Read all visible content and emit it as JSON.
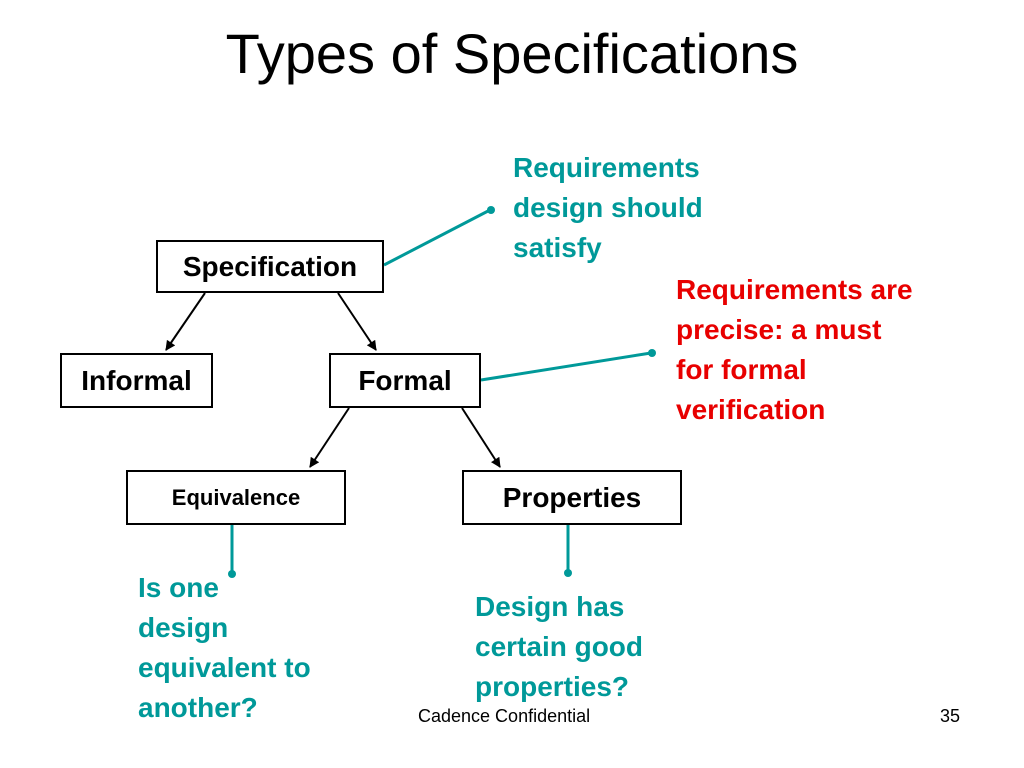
{
  "title": "Types of Specifications",
  "diagram": {
    "nodes": {
      "specification": "Specification",
      "informal": "Informal",
      "formal": "Formal",
      "equivalence": "Equivalence",
      "properties": "Properties"
    },
    "annotations": {
      "requirements": [
        "Requirements",
        "design should",
        "satisfy"
      ],
      "precise": [
        "Requirements are",
        "precise: a must",
        "for formal",
        "verification"
      ],
      "equivalence_question": [
        "Is one",
        "design",
        "equivalent to",
        "another?"
      ],
      "properties_desc": [
        "Design has",
        "certain good",
        "properties?"
      ]
    },
    "edges": [
      {
        "from": "specification",
        "to": "informal"
      },
      {
        "from": "specification",
        "to": "formal"
      },
      {
        "from": "formal",
        "to": "equivalence"
      },
      {
        "from": "formal",
        "to": "properties"
      }
    ],
    "colors": {
      "teal": "#009999",
      "red": "#e80000",
      "box_border": "#000000"
    }
  },
  "footer": {
    "confidential": "Cadence Confidential",
    "slide_number": "35"
  }
}
